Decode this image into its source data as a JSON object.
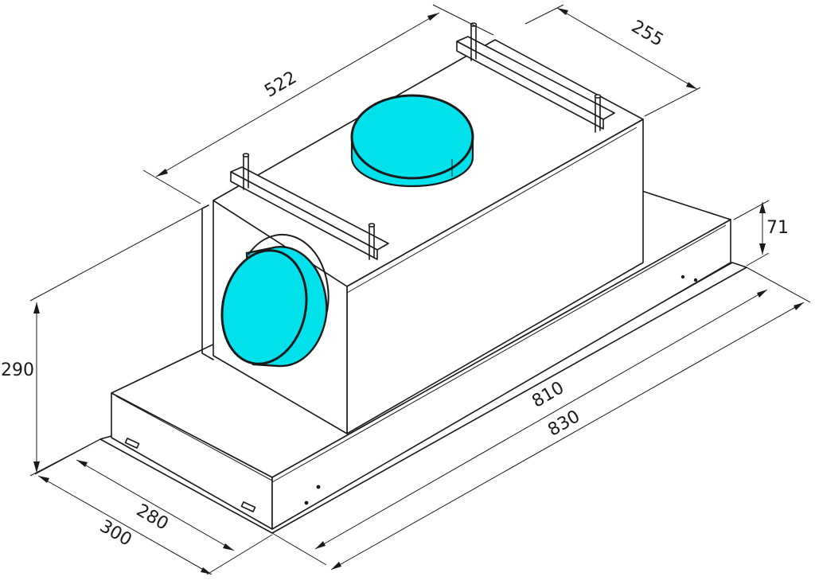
{
  "drawing": {
    "subject": "Built-in cooker hood with twin duct outlets",
    "accent_color": "#00e1ec",
    "rim_color": "#1a1a1a",
    "line_color": "#1a1a1a",
    "dimensions": {
      "top_length": "522",
      "top_depth": "255",
      "rail_height": "71",
      "height": "290",
      "inner_length": "810",
      "outer_length": "830",
      "inner_depth": "280",
      "outer_depth": "300"
    }
  }
}
